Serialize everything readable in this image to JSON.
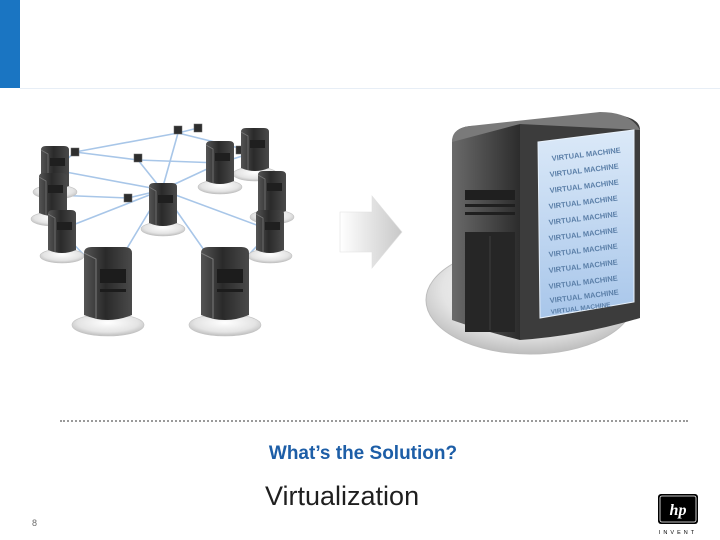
{
  "slide": {
    "question": "What’s the Solution?",
    "answer": "Virtualization",
    "page_number": "8"
  },
  "server_labels": [
    "VIRTUAL MACHINE",
    "VIRTUAL MACHINE",
    "VIRTUAL MACHINE",
    "VIRTUAL MACHINE",
    "VIRTUAL MACHINE",
    "VIRTUAL MACHINE",
    "VIRTUAL MACHINE",
    "VIRTUAL MACHINE",
    "VIRTUAL MACHINE",
    "VIRTUAL MACHINE",
    "VIRTUAL MACHINE"
  ],
  "logo": {
    "text": "hp",
    "tagline": "INVENT"
  },
  "colors": {
    "accent_blue": "#1a75c2",
    "title_blue": "#1d5ea7",
    "server_dark": "#3a3a3a",
    "vm_panel": "#b9d3ef"
  },
  "icons": [
    "network-of-servers-icon",
    "arrow-right-icon",
    "virtualized-server-icon",
    "hp-logo-icon"
  ]
}
